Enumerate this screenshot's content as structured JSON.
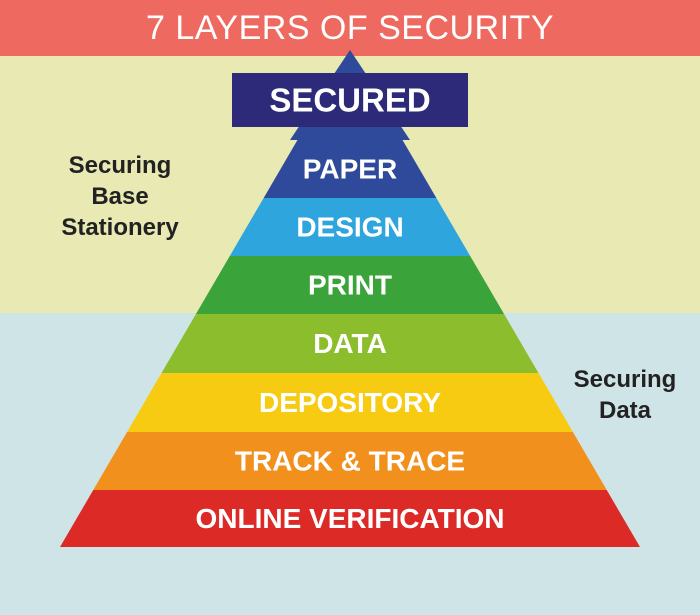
{
  "title": "7 LAYERS OF SECURITY",
  "top_box": {
    "label": "SECURED",
    "color": "#2e2a7a"
  },
  "layers": [
    {
      "label": "PAPER",
      "color": "#2f4a9a"
    },
    {
      "label": "DESIGN",
      "color": "#2ea5dc"
    },
    {
      "label": "PRINT",
      "color": "#3aa33a"
    },
    {
      "label": "DATA",
      "color": "#8cbd2c"
    },
    {
      "label": "DEPOSITORY",
      "color": "#f6cb12"
    },
    {
      "label": "TRACK & TRACE",
      "color": "#f2901d"
    },
    {
      "label": "ONLINE VERIFICATION",
      "color": "#dc2a27"
    }
  ],
  "side_labels": {
    "left": [
      "Securing",
      "Base",
      "Stationery"
    ],
    "right": [
      "Securing",
      "Data"
    ]
  },
  "colors": {
    "title_band": "#ee6a60",
    "upper_band": "#e9e9b4",
    "lower_band": "#cfe4e6"
  }
}
